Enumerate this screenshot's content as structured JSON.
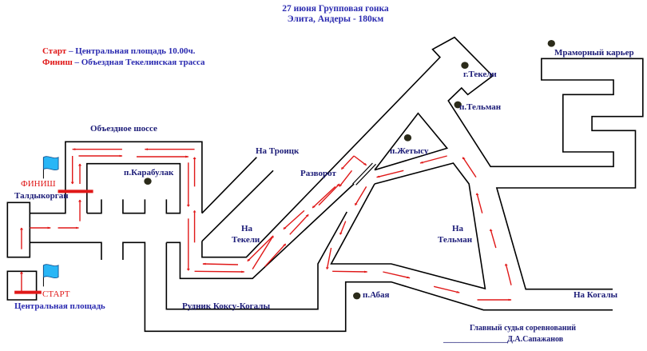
{
  "header": {
    "line1": "27 июня    Групповая гонка",
    "line2": "Элита, Андеры - 180км"
  },
  "legend": {
    "start_label": "Старт",
    "start_text": " – Центральная площадь  10.00ч.",
    "finish_label": "Финиш",
    "finish_text": " – Объездная Текелинская трасса"
  },
  "labels": {
    "bypass": "Объездное шоссе",
    "karabulak": "п.Карабулак",
    "finish": "ФИНИШ",
    "taldykorgan": "Талдыкорган",
    "start": "СТАРТ",
    "central_square": "Центральная площадь",
    "to_troitsk": "На Троицк",
    "turnaround": "Разворот",
    "to_tekeli_1": "На",
    "to_tekeli_2": "Текели",
    "zhetysu": "п.Жетысу",
    "tekeli_town": "г.Текели",
    "telman_village": "п.Тельман",
    "marble_quarry": "Мраморный карьер",
    "to_telman_1": "На",
    "to_telman_2": "Тельман",
    "abaya": "п.Абая",
    "koksu_mine": "Рудник Коксу-Когалы",
    "to_kogaly": "На Когалы"
  },
  "footer": {
    "judge_title": "Главный судья соревнований",
    "judge_name": "________________Д.А.Сапажанов"
  },
  "colors": {
    "road": "#000000",
    "route": "#e01818",
    "text": "#1c1c78",
    "flag": "#29b6f6",
    "settlement": "#2b2b1a"
  }
}
